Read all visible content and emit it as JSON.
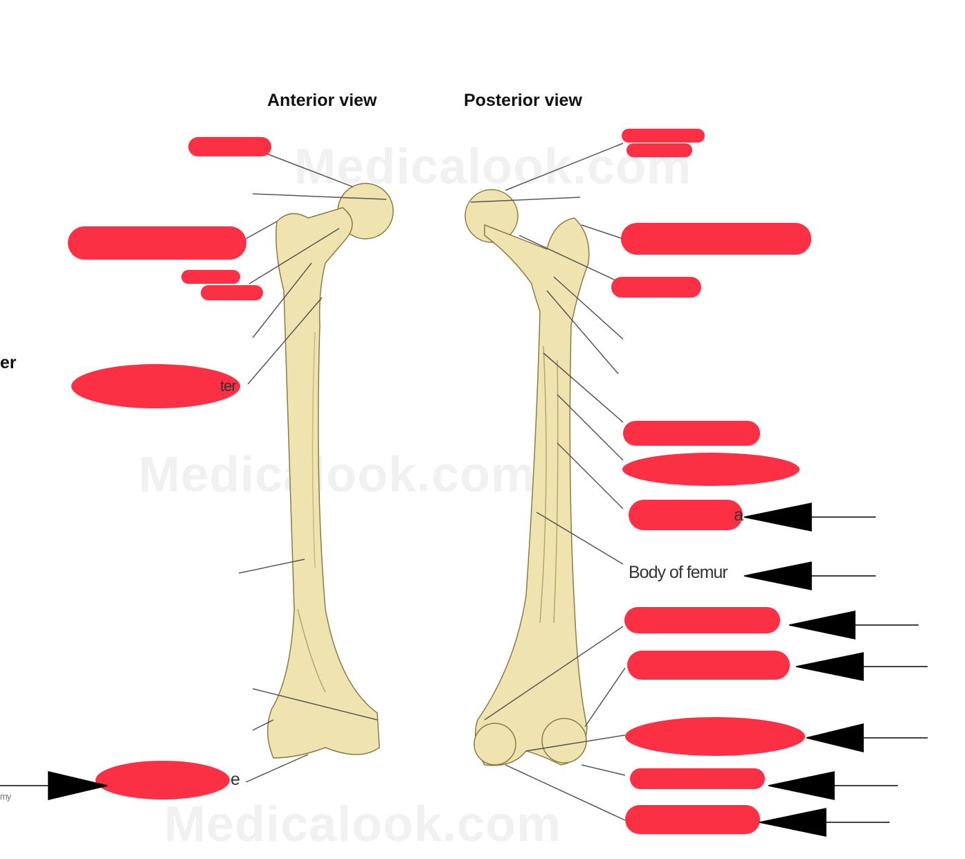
{
  "titles": {
    "anterior": "Anterior view",
    "posterior": "Posterior view"
  },
  "labels": {
    "body_of_femur": "Body of femur",
    "left_edge_fragment": "er",
    "anterior_bottom_fragment": "e",
    "anterior_fragment_ter": "ter",
    "posterior_fragment_a": "a",
    "corner_fragment": "my"
  },
  "watermark": "Medicalook.com",
  "colors": {
    "bone": "#efe4b0",
    "bone_shadow": "#c9b878",
    "redaction": "#fb3044",
    "arrow": "#000000",
    "leader": "#555555"
  }
}
